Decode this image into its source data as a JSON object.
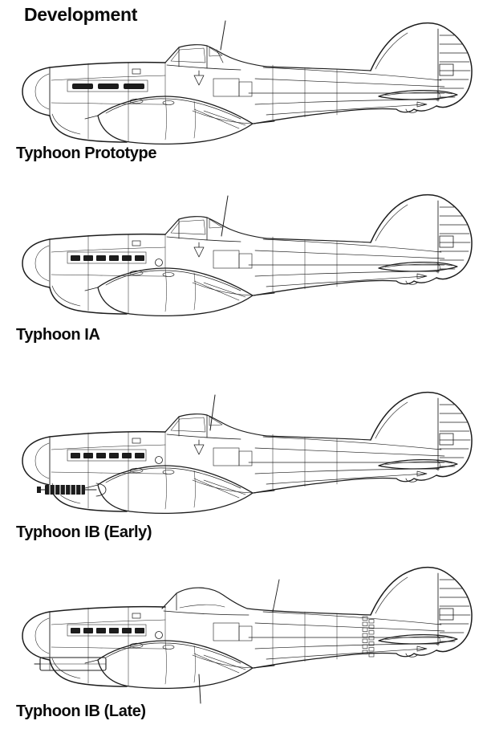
{
  "title": "Development",
  "figures": [
    {
      "label": "Typhoon Prototype",
      "variant": "prototype"
    },
    {
      "label": "Typhoon IA",
      "variant": "ia"
    },
    {
      "label": "Typhoon IB (Early)",
      "variant": "ib_early"
    },
    {
      "label": "Typhoon IB (Late)",
      "variant": "ib_late"
    }
  ],
  "colors": {
    "ink": "#1c1c1c",
    "paper": "#ffffff"
  }
}
